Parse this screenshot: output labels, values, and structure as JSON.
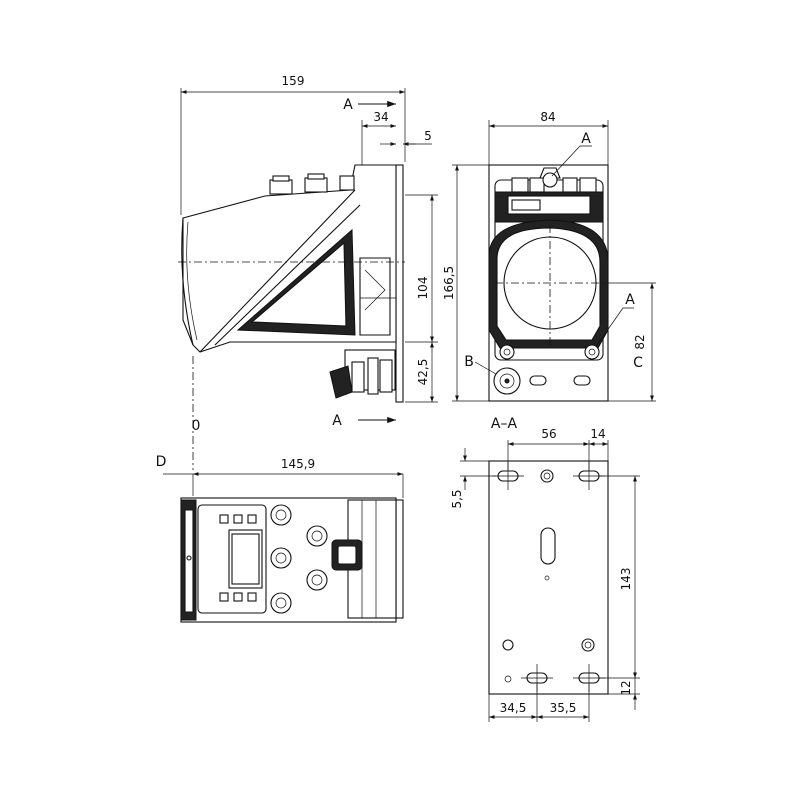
{
  "dimensions": {
    "side_width": "159",
    "side_34": "34",
    "side_5": "5",
    "side_104": "104",
    "side_42_5": "42,5",
    "front_84": "84",
    "front_166_5": "166,5",
    "front_82": "82",
    "top_145_9": "145,9",
    "back_56": "56",
    "back_14": "14",
    "back_5_5": "5,5",
    "back_143": "143",
    "back_12": "12",
    "back_34_5": "34,5",
    "back_35_5": "35,5"
  },
  "labels": {
    "section_a_top": "A",
    "section_a_bottom": "A",
    "front_a_top": "A",
    "front_a_right": "A",
    "front_b": "B",
    "front_c": "C",
    "section_title": "A–A",
    "zero": "0",
    "d": "D"
  },
  "colors": {
    "line": "#111111",
    "background": "#ffffff",
    "dark_fill": "#222222"
  }
}
